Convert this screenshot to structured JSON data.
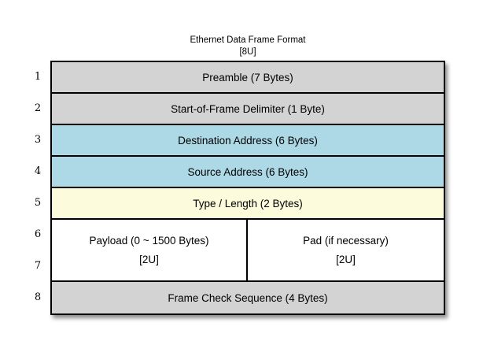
{
  "title": {
    "line1": "Ethernet Data Frame Format",
    "line2": "[8U]"
  },
  "row_numbers": [
    "1",
    "2",
    "3",
    "4",
    "5",
    "6",
    "7",
    "8"
  ],
  "rows": [
    {
      "label": "Preamble (7 Bytes)",
      "color": "#D3D3D3"
    },
    {
      "label": "Start-of-Frame Delimiter (1 Byte)",
      "color": "#D3D3D3"
    },
    {
      "label": "Destination Address (6 Bytes)",
      "color": "#ADD8E6"
    },
    {
      "label": "Source Address (6 Bytes)",
      "color": "#ADD8E6"
    },
    {
      "label": "Type / Length (2 Bytes)",
      "color": "#FCFBDB"
    },
    {
      "color": "#FFFFFF",
      "cells": [
        {
          "line1": "Payload (0 ~ 1500 Bytes)",
          "line2": "[2U]"
        },
        {
          "line1": "Pad (if necessary)",
          "line2": "[2U]"
        }
      ]
    },
    {
      "label": "Frame Check Sequence (4 Bytes)",
      "color": "#D3D3D3"
    }
  ],
  "colors": {
    "border": "#000000",
    "gray_field": "#D3D3D3",
    "blue_field": "#ADD8E6",
    "yellow_field": "#FCFBDB",
    "white_field": "#FFFFFF"
  }
}
